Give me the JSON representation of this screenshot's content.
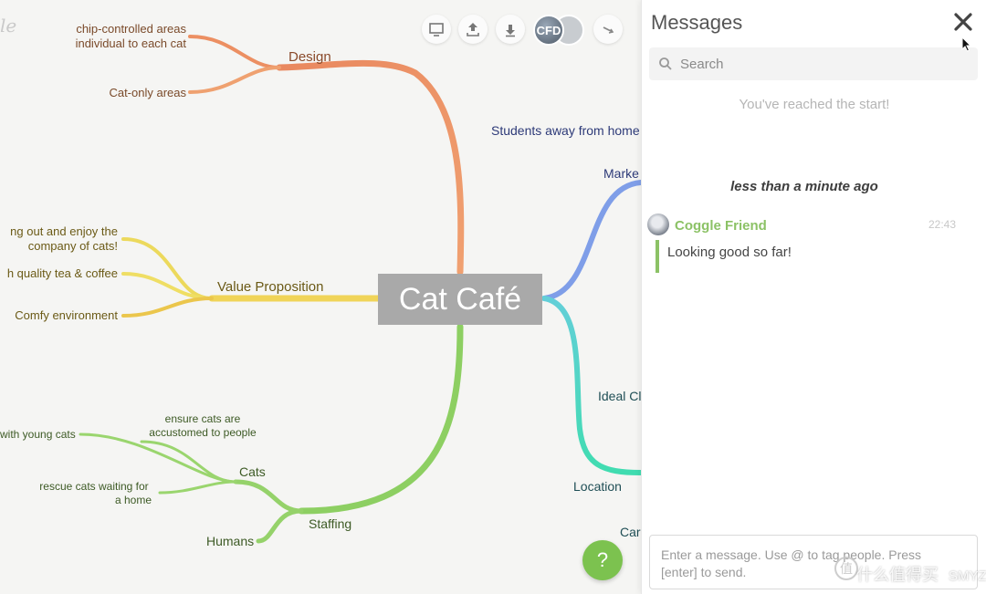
{
  "app": {
    "logo_text": "le"
  },
  "toolbar": {
    "present_icon": "presentation-icon",
    "upload_icon": "upload-icon",
    "download_icon": "download-icon",
    "user_initials": "CFD",
    "share_icon": "share-arrow-icon"
  },
  "map": {
    "central": "Cat Café",
    "design": {
      "label": "Design",
      "leaf_1_line_1": "chip-controlled areas",
      "leaf_1_line_2": "individual to each cat",
      "leaf_2": "Cat-only areas"
    },
    "value": {
      "label": "Value Proposition",
      "leaf_1_line_1": "ng out and enjoy the",
      "leaf_1_line_2": "company of cats!",
      "leaf_2": "h quality tea & coffee",
      "leaf_3": "Comfy environment"
    },
    "staffing": {
      "label": "Staffing",
      "cats": "Cats",
      "humans": "Humans",
      "cats_leaf_1_line_1": "ensure cats are",
      "cats_leaf_1_line_2": "accustomed to people",
      "cats_leaf_2": "with young cats",
      "cats_leaf_3_line_1": "rescue cats waiting for",
      "cats_leaf_3_line_2": "a home"
    },
    "market": {
      "label": "Marke",
      "leaf": "Students away from home"
    },
    "location": {
      "label": "Location",
      "ideal": "Ideal Cl",
      "car": "Car"
    }
  },
  "help": {
    "label": "?"
  },
  "messages": {
    "title": "Messages",
    "close_icon": "close-icon",
    "search_placeholder": "Search",
    "start_notice": "You've reached the start!",
    "time_divider": "less than a minute ago",
    "sender": "Coggle Friend",
    "timestamp": "22:43",
    "text": "Looking good so far!",
    "compose_line_1": "Enter a message. Use @ to tag people. Press",
    "compose_line_2": "[enter] to send."
  },
  "watermark": {
    "mark": "值",
    "text": "什么值得买",
    "site": "SMYZ.NET"
  },
  "colors": {
    "design_branch": "#ee9a68",
    "value_branch": "#efd653",
    "staffing_branch": "#8fcf63",
    "market_branch": "#7f9ee8",
    "location_branch": "#4ed3c0",
    "central_bg": "#a9a9a9",
    "accent_green": "#8cc266"
  }
}
